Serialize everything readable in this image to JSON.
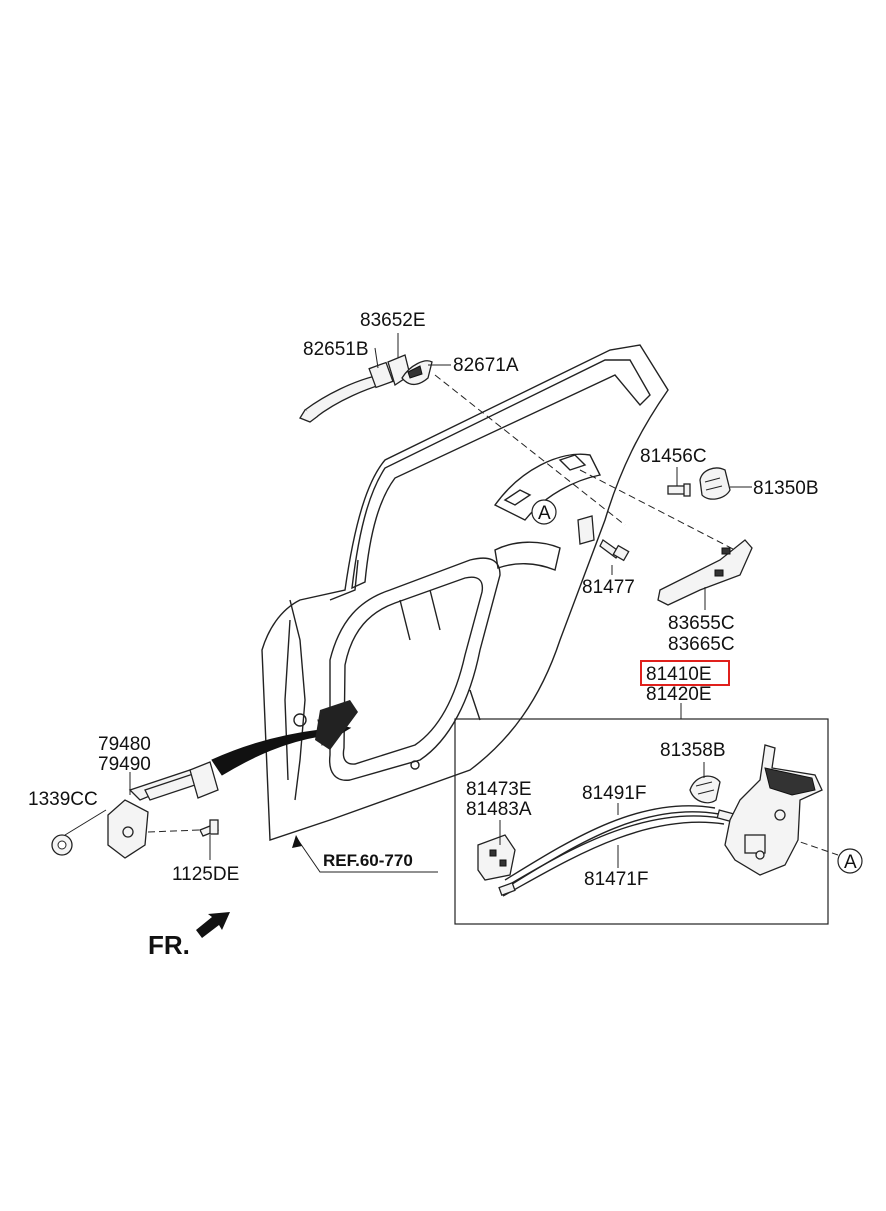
{
  "diagram": {
    "highlight_color": "#e0201c",
    "labels": {
      "p83652E": "83652E",
      "p82651B": "82651B",
      "p82671A": "82671A",
      "p81456C": "81456C",
      "p81350B": "81350B",
      "p81477": "81477",
      "p83655C": "83655C",
      "p83665C": "83665C",
      "p81410E": "81410E",
      "p81420E": "81420E",
      "p81358B": "81358B",
      "p81473E": "81473E",
      "p81483A": "81483A",
      "p81491F": "81491F",
      "p81471F": "81471F",
      "p79480": "79480",
      "p79490": "79490",
      "p1339CC": "1339CC",
      "p1125DE": "1125DE",
      "ref": "REF.60-770",
      "front": "FR.",
      "circleA_top": "A",
      "circleA_right": "A"
    }
  }
}
